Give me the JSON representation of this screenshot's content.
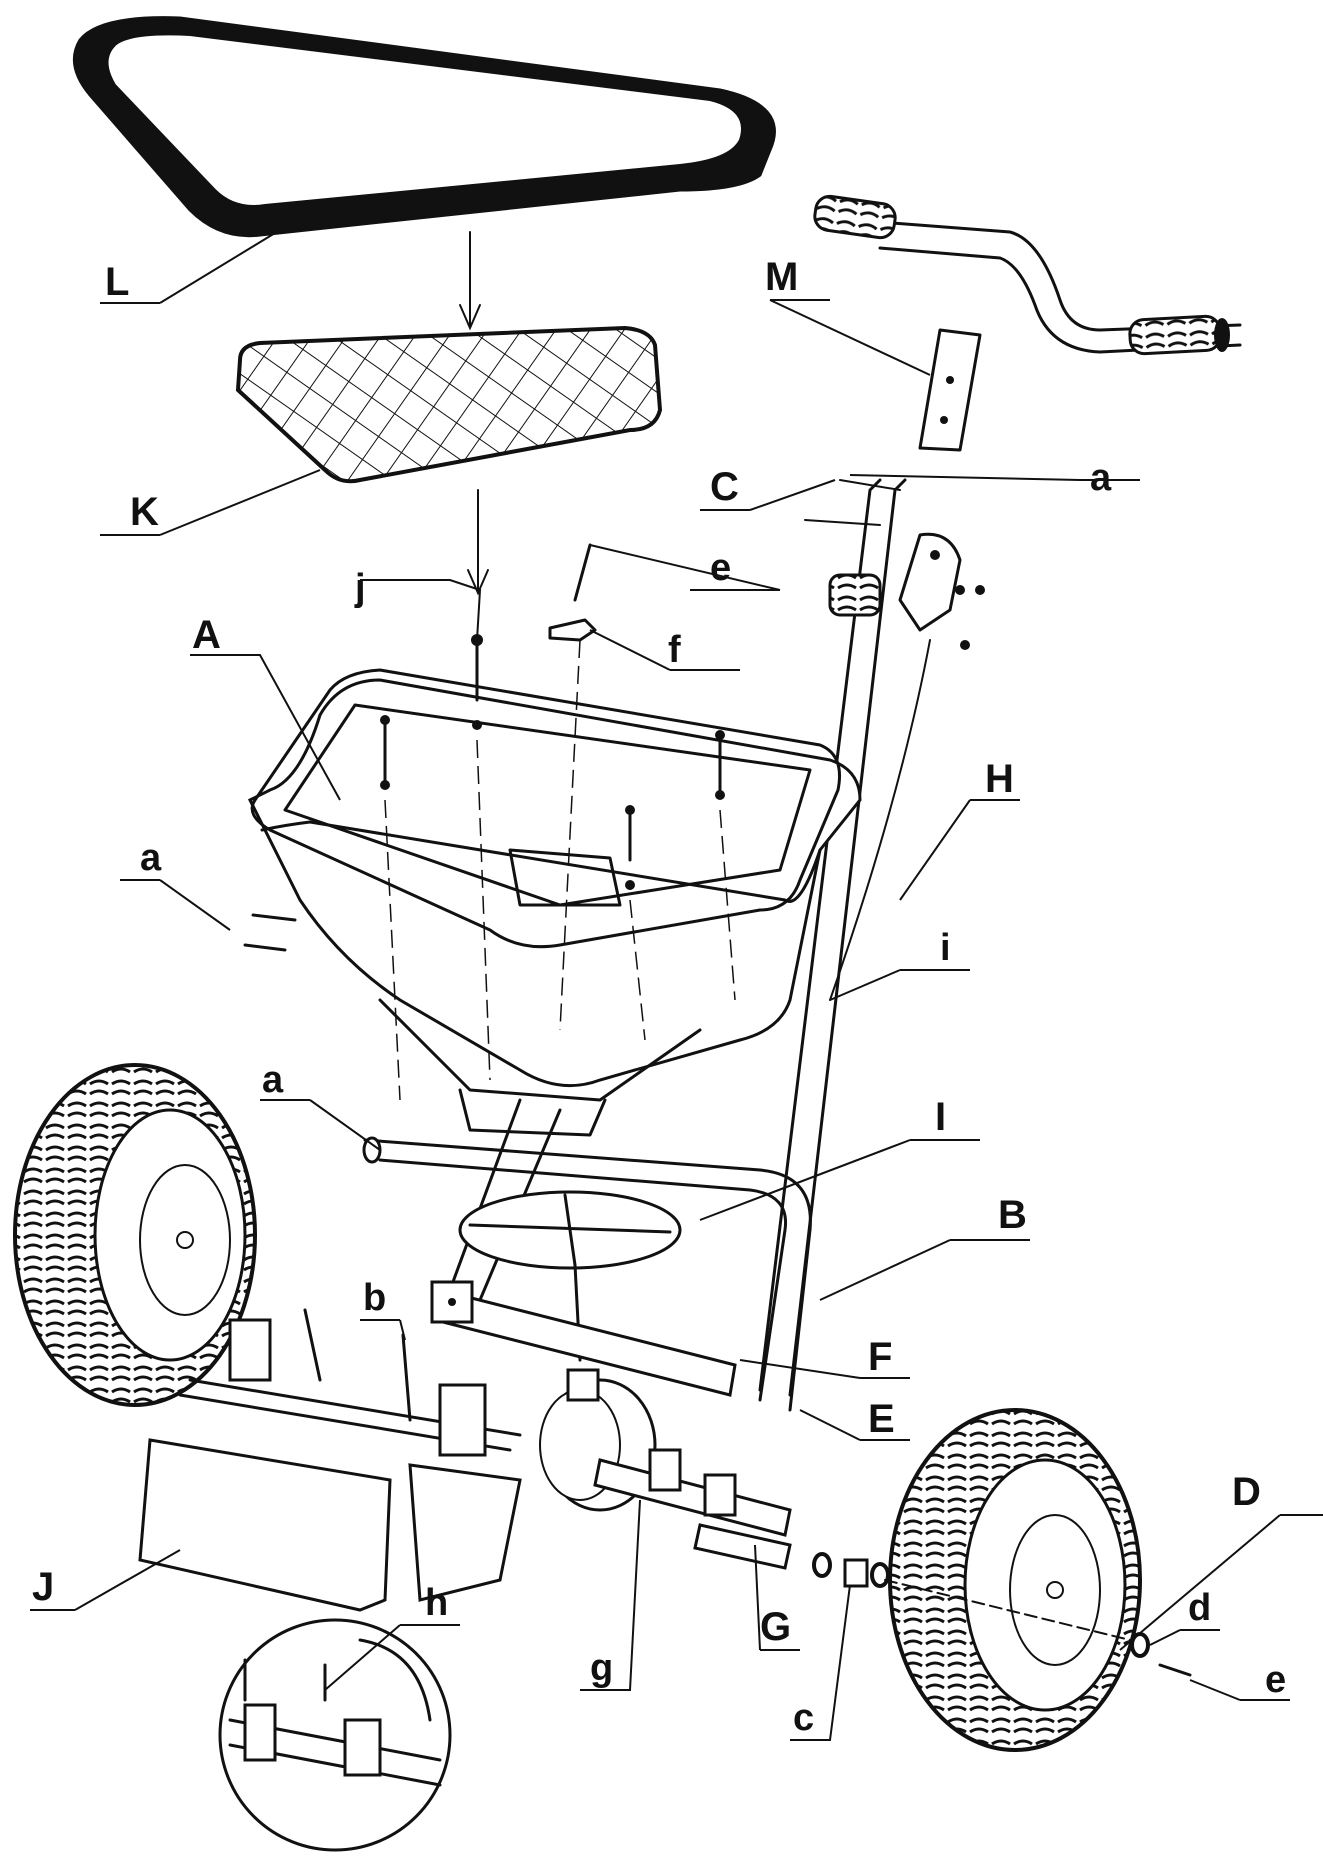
{
  "labels": {
    "L": "L",
    "M": "M",
    "K": "K",
    "C": "C",
    "a_top": "a",
    "e_top": "e",
    "j": "j",
    "f": "f",
    "A": "A",
    "H": "H",
    "a_left": "a",
    "i": "i",
    "a_mid": "a",
    "I": "I",
    "B": "B",
    "b": "b",
    "F": "F",
    "E": "E",
    "D": "D",
    "J": "J",
    "h": "h",
    "G": "G",
    "g": "g",
    "c": "c",
    "d": "d",
    "e_bottom": "e"
  },
  "colors": {
    "ink": "#111111",
    "paper": "#ffffff"
  }
}
